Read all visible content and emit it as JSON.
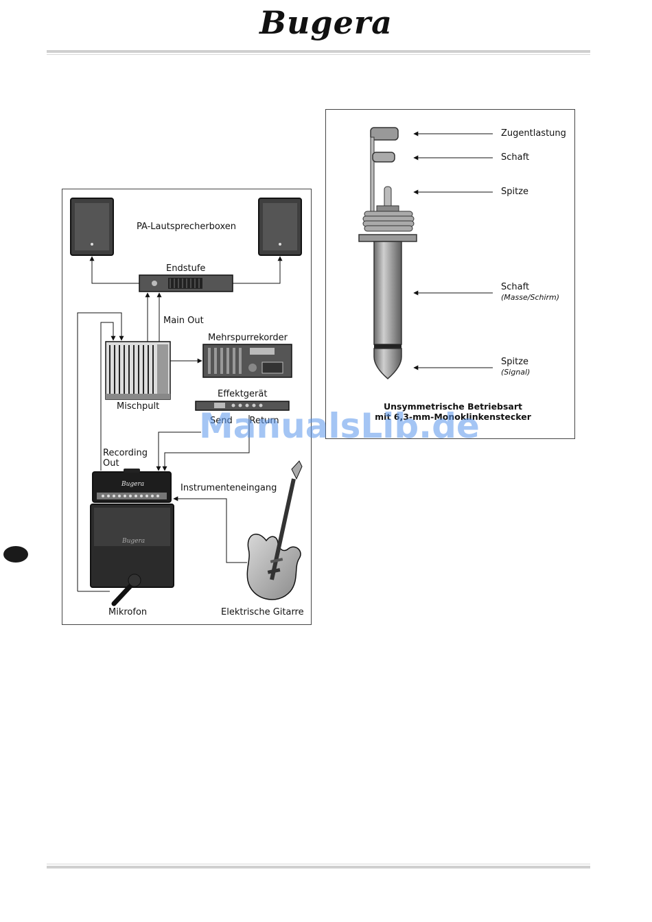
{
  "header": {
    "brand": "Bugera"
  },
  "setup_diagram": {
    "speakers_label": "PA-Lautsprecherboxen",
    "amp_label": "Endstufe",
    "main_out_label": "Main Out",
    "recorder_label": "Mehrspurrekorder",
    "mixer_label": "Mischpult",
    "effects_label": "Effektgerät",
    "send_return_label": "Send      Return",
    "recording_out_label": "Recording\nOut",
    "instrument_input_label": "Instrumenteneingang",
    "microphone_label": "Mikrofon",
    "guitar_label": "Elektrische Gitarre",
    "amp_head_logo": "Bugera",
    "cabinet_logo": "Bugera"
  },
  "plug_diagram": {
    "callouts": [
      {
        "label": "Zugentlastung",
        "sub": ""
      },
      {
        "label": "Schaft",
        "sub": ""
      },
      {
        "label": "Spitze",
        "sub": ""
      },
      {
        "label": "Schaft",
        "sub": "(Masse/Schirm)"
      },
      {
        "label": "Spitze",
        "sub": "(Signal)"
      }
    ],
    "caption_line1": "Unsymmetrische Betriebsart",
    "caption_line2": "mit 6,3-mm-Monoklinkenstecker"
  },
  "watermark": "ManualsLib.de"
}
